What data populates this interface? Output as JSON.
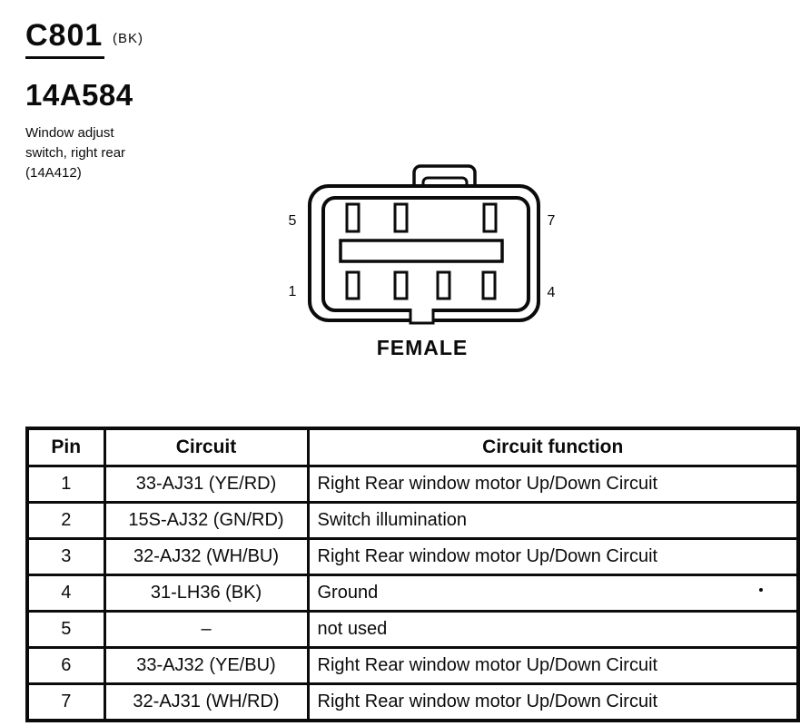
{
  "header": {
    "connector_id": "C801",
    "connector_color_code": "(BK)",
    "part_number": "14A584",
    "component_description": "Window adjust\nswitch, right rear\n(14A412)"
  },
  "connector": {
    "type_label": "FEMALE",
    "pin_labels": {
      "top_left": "5",
      "top_right": "7",
      "bottom_left": "1",
      "bottom_right": "4"
    }
  },
  "table": {
    "headers": {
      "pin": "Pin",
      "circuit": "Circuit",
      "function": "Circuit function"
    },
    "rows": [
      {
        "pin": "1",
        "circuit": "33-AJ31 (YE/RD)",
        "function": "Right Rear window motor Up/Down Circuit"
      },
      {
        "pin": "2",
        "circuit": "15S-AJ32 (GN/RD)",
        "function": "Switch illumination"
      },
      {
        "pin": "3",
        "circuit": "32-AJ32 (WH/BU)",
        "function": "Right Rear window motor Up/Down Circuit"
      },
      {
        "pin": "4",
        "circuit": "31-LH36 (BK)",
        "function": "Ground"
      },
      {
        "pin": "5",
        "circuit": "–",
        "function": "not used"
      },
      {
        "pin": "6",
        "circuit": "33-AJ32 (YE/BU)",
        "function": "Right Rear window motor Up/Down Circuit"
      },
      {
        "pin": "7",
        "circuit": "32-AJ31 (WH/RD)",
        "function": "Right Rear window motor Up/Down Circuit"
      }
    ]
  },
  "colors": {
    "ink": "#0b0b0b",
    "paper": "#ffffff"
  }
}
